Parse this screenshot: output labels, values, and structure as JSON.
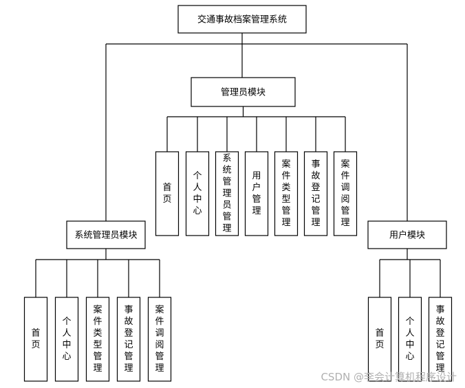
{
  "root": {
    "label": "交通事故档案管理系统"
  },
  "modules": [
    {
      "id": "admin",
      "label": "管理员模块",
      "children": [
        "首页",
        "个人中心",
        "系统管理员管理",
        "用户管理",
        "案件类型管理",
        "事故登记管理",
        "案件调阅管理"
      ]
    },
    {
      "id": "sysadmin",
      "label": "系统管理员模块",
      "children": [
        "首页",
        "个人中心",
        "案件类型管理",
        "事故登记管理",
        "案件调阅管理"
      ]
    },
    {
      "id": "user",
      "label": "用户模块",
      "children": [
        "首页",
        "个人中心",
        "事故登记管理"
      ]
    }
  ],
  "watermark": "CSDN @李会计算机程序设计"
}
